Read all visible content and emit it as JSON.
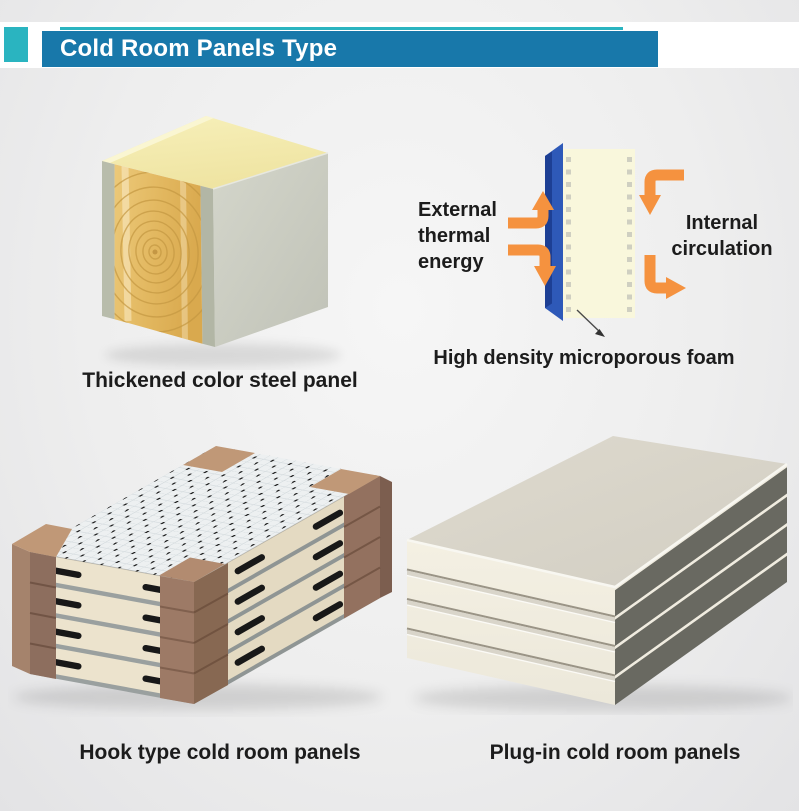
{
  "header": {
    "title": "Cold Room Panels Type",
    "banner_color": "#1878aa",
    "accent_color": "#2ab4c0"
  },
  "figures": {
    "panel_cube": {
      "caption": "Thickened color steel panel"
    },
    "foam_diagram": {
      "left_label": "External thermal energy",
      "right_label": "Internal circulation",
      "caption": "High density microporous foam",
      "arrow_color": "#f5923f",
      "steel_panel_color": "#2e59b8",
      "foam_color": "#f9f7dc"
    },
    "hook_stack": {
      "caption": "Hook type cold room panels",
      "corner_color": "#8d6e5e",
      "panel_color": "#ece3cd"
    },
    "plugin_stack": {
      "caption": "Plug-in cold room panels",
      "face_color": "#f2eede",
      "side_color": "#696961"
    }
  }
}
